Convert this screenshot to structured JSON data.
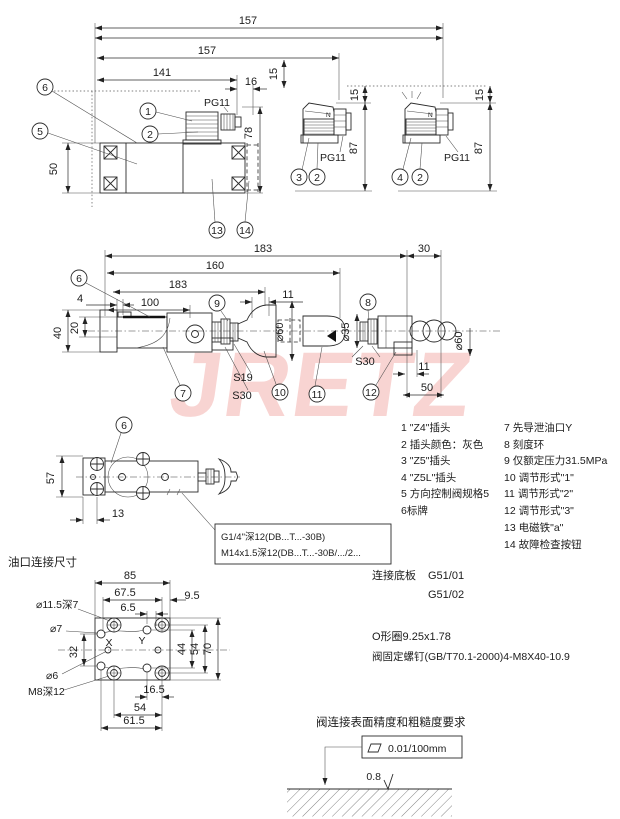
{
  "watermark": {
    "text": "JRETZ",
    "color": "#ef9a96"
  },
  "front_view": {
    "dims": {
      "w157a": "157",
      "w157b": "157",
      "w141": "141",
      "w16": "16",
      "h15a": "15",
      "h78": "78",
      "h50": "50",
      "h15b": "15",
      "h87a": "87",
      "h15c": "15",
      "h87b": "87"
    },
    "labels": {
      "pg11_a": "PG11",
      "pg11_b": "PG11",
      "pg11_c": "PG11",
      "n_b": "N",
      "n_c": "N"
    },
    "callouts": {
      "c6": "6",
      "c5": "5",
      "c1": "1",
      "c2a": "2",
      "c13": "13",
      "c14": "14",
      "c3": "3",
      "c2b": "2",
      "c4": "4",
      "c2c": "2"
    }
  },
  "side_view": {
    "dims": {
      "w183a": "183",
      "w30": "30",
      "w160": "160",
      "w183b": "183",
      "w11a": "11",
      "w100": "100",
      "w4": "4",
      "h20": "20",
      "h40": "40",
      "d60a": "⌀60",
      "d35": "⌀35",
      "d60b": "⌀60",
      "w11b": "11",
      "w50": "50"
    },
    "labels": {
      "s19": "S19",
      "s30a": "S30",
      "s30b": "S30"
    },
    "callouts": {
      "c6": "6",
      "c9": "9",
      "c8": "8",
      "c7": "7",
      "c10": "10",
      "c11": "11",
      "c12": "12"
    }
  },
  "top_view": {
    "dims": {
      "h57": "57",
      "w13": "13"
    },
    "callouts": {
      "c6": "6"
    },
    "port_note": {
      "line1": "G1/4\"深12(DB...T...-30B)",
      "line2": "M14x1.5深12(DB...T...-30B/.../2..."
    }
  },
  "legend": {
    "col1": [
      "1 \"Z4\"插头",
      "2 插头颜色：灰色",
      "3 \"Z5\"插头",
      "4 \"Z5L\"插头",
      "5 方向控制阀规格5",
      "6标牌"
    ],
    "col2": [
      "7 先导泄油口Y",
      "8 刻度环",
      "9 仅额定压力31.5MPa",
      "10 调节形式\"1\"",
      "11 调节形式\"2\"",
      "12 调节形式\"3\"",
      "13 电磁铁\"a\"",
      "14 故障检查按钮"
    ]
  },
  "port_view": {
    "title": "油口连接尺寸",
    "dims": {
      "w85": "85",
      "w67_5": "67.5",
      "w9_5": "9.5",
      "w6_5": "6.5",
      "d11_5": "⌀11.5深7",
      "d7": "⌀7",
      "h32": "32",
      "d6": "⌀6",
      "m8": "M8深12",
      "x": "X",
      "y": "Y",
      "h44": "44",
      "h54": "54",
      "h70": "70",
      "w16_5": "16.5",
      "w54": "54",
      "w61_5": "61.5"
    }
  },
  "notes": {
    "base_plate_label": "连接底板",
    "base_plate_1": "G51/01",
    "base_plate_2": "G51/02",
    "oring": "O形圈9.25x1.78",
    "screws": "阀固定螺钉(GB/T70.1-2000)4-M8X40-10.9"
  },
  "surface": {
    "title": "阀连接表面精度和粗糙度要求",
    "flatness": "0.01/100mm",
    "roughness": "0.8"
  }
}
